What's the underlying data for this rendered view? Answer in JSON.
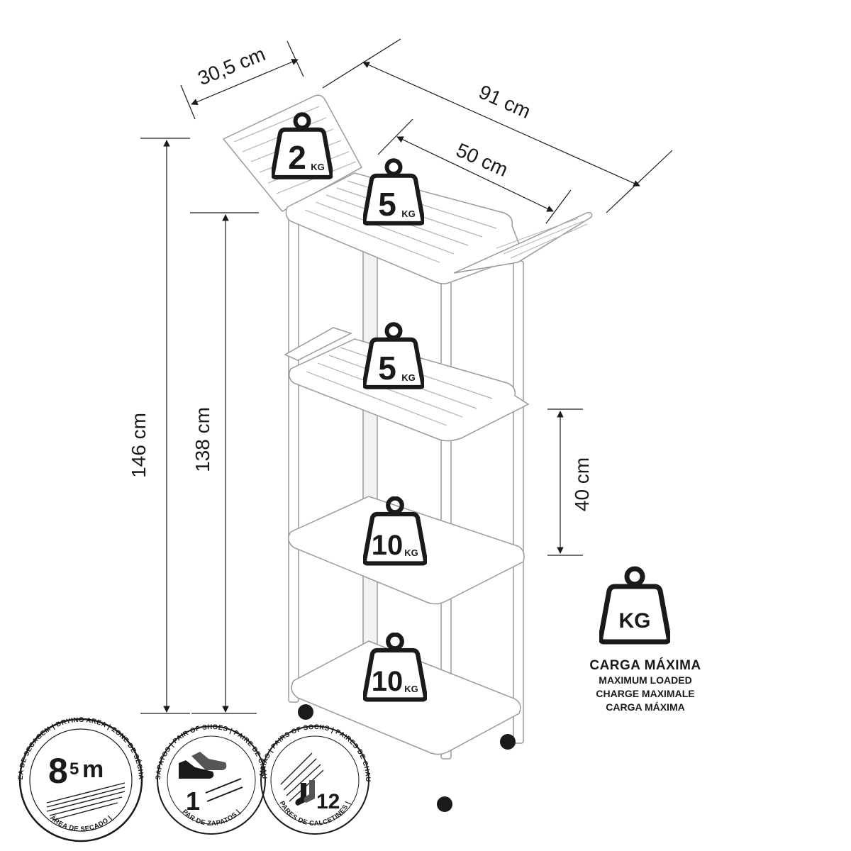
{
  "dimensions": {
    "depth": "30,5 cm",
    "total_width": "91 cm",
    "shelf_width": "50 cm",
    "total_height": "146 cm",
    "body_height": "138 cm",
    "shelf_spacing": "40 cm"
  },
  "weights": {
    "top_wing": {
      "number": "2",
      "unit": "KG"
    },
    "top_shelf": {
      "number": "5",
      "unit": "KG"
    },
    "second_shelf": {
      "number": "5",
      "unit": "KG"
    },
    "third_shelf": {
      "number": "10",
      "unit": "KG"
    },
    "bottom_shelf": {
      "number": "10",
      "unit": "KG"
    }
  },
  "legend": {
    "icon_label": "KG",
    "title": "CARGA MÁXIMA",
    "lines": [
      "MAXIMUM LOADED",
      "CHARGE MAXIMALE",
      "CARGA MÁXIMA"
    ]
  },
  "badges": {
    "drying_area": {
      "value": "8",
      "value_sub": "5",
      "unit": "m",
      "ring_top": "ÁREA DE SECAGEM | DRYING AREA | ZONE DE SÉCHAGE",
      "ring_bottom": "ÁREA DE SECADO |"
    },
    "shoes": {
      "count": "1",
      "ring_top": "PAR DE SAPATOS | PAIR OF SHOES | PAIRE DE CHAUSSURES",
      "ring_bottom": "PAR DE ZAPATOS |"
    },
    "socks": {
      "count": "12",
      "ring_top": "PARES DE MEIAS | PAIRS OF SOCKS | PAIRES DE CHAUSSETTES",
      "ring_bottom": "PARES DE CALCETINES |"
    }
  },
  "colors": {
    "ink": "#1a1a1a",
    "rack": "#ffffff",
    "rack_stroke": "#9a9a9a"
  }
}
